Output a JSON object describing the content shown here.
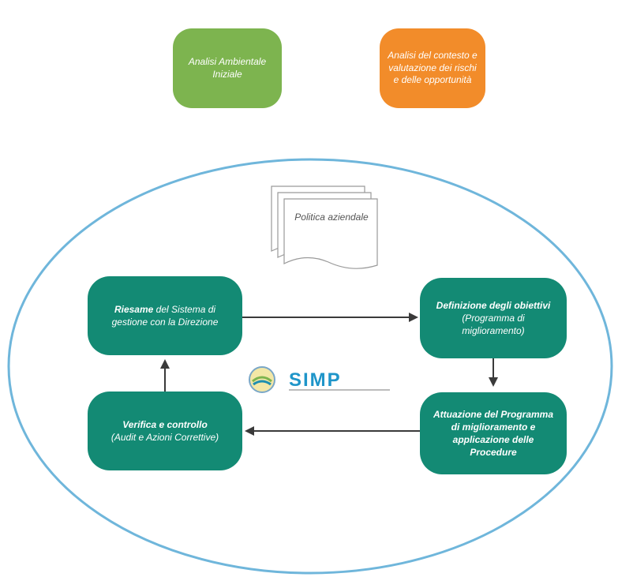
{
  "colors": {
    "green": "#7db44f",
    "orange": "#f28c2a",
    "teal": "#138a74",
    "ellipse_stroke": "#6fb6db",
    "arrow": "#3a3a3a"
  },
  "top_boxes": {
    "green_text": "Analisi Ambientale Iniziale",
    "orange_text": "Analisi del contesto e valutazione dei rischi e delle opportunità"
  },
  "policy": {
    "text": "Politica aziendale",
    "icon": "document-stack-icon"
  },
  "nodes": {
    "riesame": {
      "line1": "Riesame",
      "line2": "del Sistema di gestione con la Direzione"
    },
    "definizione": {
      "line1": "Definizione degli obiettivi",
      "line2": "(Programma di miglioramento)"
    },
    "attuazione": {
      "line1": "Attuazione del Programma di miglioramento e applicazione delle Procedure",
      "line2": ""
    },
    "verifica": {
      "line1": "Verifica e controllo",
      "line2": "(Audit e Azioni Correttive)"
    }
  },
  "logo": {
    "text": "SIMP",
    "icon": "company-logo-icon"
  }
}
